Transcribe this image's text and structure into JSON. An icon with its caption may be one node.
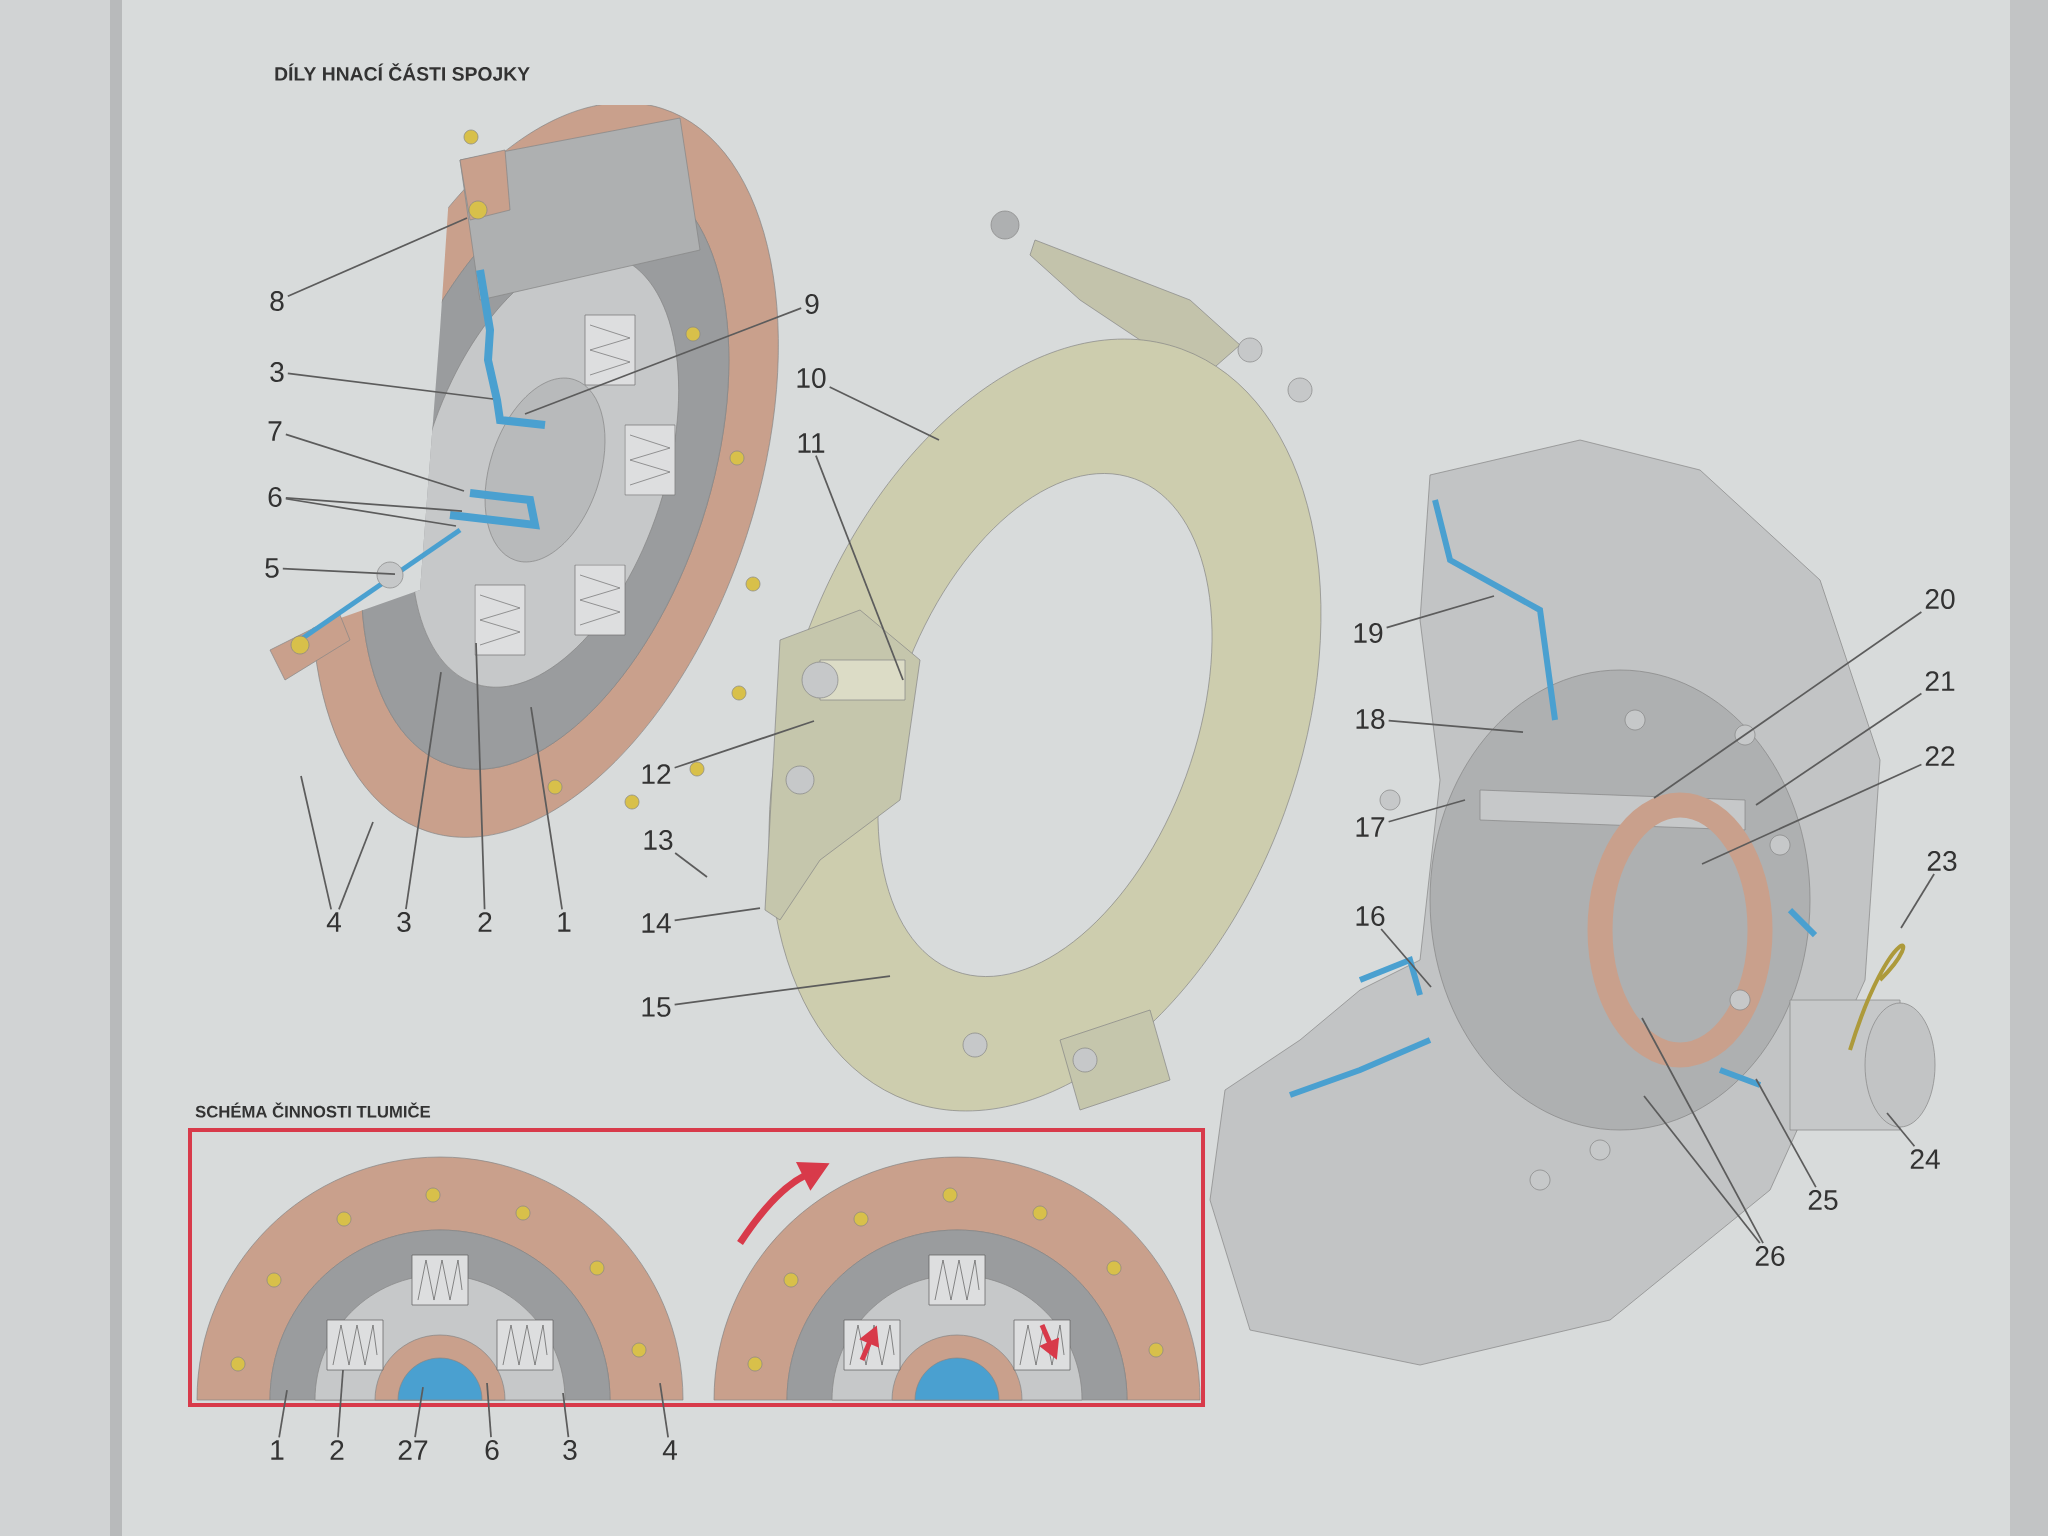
{
  "diagram": {
    "title": "DÍLY HNACÍ ČÁSTI SPOJKY",
    "nodes": [
      {
        "text": [
          "8"
        ]
      },
      {
        "text": [
          "9"
        ]
      },
      {
        "text": [
          "3"
        ]
      },
      {
        "text": [
          "7"
        ]
      },
      {
        "text": [
          "6"
        ]
      },
      {
        "text": [
          "5"
        ]
      },
      {
        "text": [
          "10"
        ]
      },
      {
        "text": [
          "11"
        ]
      },
      {
        "text": [
          "12"
        ]
      },
      {
        "text": [
          "13"
        ]
      },
      {
        "text": [
          "14"
        ]
      },
      {
        "text": [
          "15"
        ]
      },
      {
        "text": [
          "4"
        ]
      },
      {
        "text": [
          "3"
        ]
      },
      {
        "text": [
          "2"
        ]
      },
      {
        "text": [
          "1"
        ]
      },
      {
        "text": [
          "19"
        ]
      },
      {
        "text": [
          "20"
        ]
      },
      {
        "text": [
          "18"
        ]
      },
      {
        "text": [
          "21"
        ]
      },
      {
        "text": [
          "22"
        ]
      },
      {
        "text": [
          "17"
        ]
      },
      {
        "text": [
          "23"
        ]
      },
      {
        "text": [
          "16"
        ]
      },
      {
        "text": [
          "24"
        ]
      },
      {
        "text": [
          "25"
        ]
      },
      {
        "text": [
          "26"
        ]
      },
      {
        "text": [
          "1"
        ]
      },
      {
        "text": [
          "2"
        ]
      },
      {
        "text": [
          "27"
        ]
      },
      {
        "text": [
          "6"
        ]
      },
      {
        "text": [
          "3"
        ]
      },
      {
        "text": [
          "4"
        ]
      }
    ],
    "edges": [
      {
        "from": 0,
        "to": null,
        "arrow": "none"
      },
      {
        "from": 1,
        "to": null,
        "arrow": "none"
      },
      {
        "from": 2,
        "to": null,
        "arrow": "none"
      },
      {
        "from": 3,
        "to": null,
        "arrow": "none"
      },
      {
        "from": 4,
        "to": null,
        "arrow": "none"
      },
      {
        "from": 4,
        "to": null,
        "arrow": "none"
      },
      {
        "from": 5,
        "to": null,
        "arrow": "none"
      },
      {
        "from": 6,
        "to": null,
        "arrow": "none"
      },
      {
        "from": 7,
        "to": null,
        "arrow": "none"
      },
      {
        "from": 8,
        "to": null,
        "arrow": "none"
      },
      {
        "from": 9,
        "to": null,
        "arrow": "none"
      },
      {
        "from": 10,
        "to": null,
        "arrow": "none"
      },
      {
        "from": 11,
        "to": null,
        "arrow": "none"
      },
      {
        "from": 12,
        "to": null,
        "arrow": "none"
      },
      {
        "from": 12,
        "to": null,
        "arrow": "none"
      },
      {
        "from": 13,
        "to": null,
        "arrow": "none"
      },
      {
        "from": 14,
        "to": null,
        "arrow": "none"
      },
      {
        "from": 15,
        "to": null,
        "arrow": "none"
      },
      {
        "from": 16,
        "to": null,
        "arrow": "none"
      },
      {
        "from": 17,
        "to": null,
        "arrow": "none"
      },
      {
        "from": 18,
        "to": null,
        "arrow": "none"
      },
      {
        "from": 19,
        "to": null,
        "arrow": "none"
      },
      {
        "from": 20,
        "to": null,
        "arrow": "none"
      },
      {
        "from": 21,
        "to": null,
        "arrow": "none"
      },
      {
        "from": 22,
        "to": null,
        "arrow": "none"
      },
      {
        "from": 23,
        "to": null,
        "arrow": "none"
      },
      {
        "from": 24,
        "to": null,
        "arrow": "none"
      },
      {
        "from": 25,
        "to": null,
        "arrow": "none"
      },
      {
        "from": 26,
        "to": null,
        "arrow": "none"
      },
      {
        "from": 26,
        "to": null,
        "arrow": "none"
      },
      {
        "from": 27,
        "to": null,
        "arrow": "none"
      },
      {
        "from": 28,
        "to": null,
        "arrow": "none"
      },
      {
        "from": 29,
        "to": null,
        "arrow": "none"
      },
      {
        "from": 30,
        "to": null,
        "arrow": "none"
      },
      {
        "from": 31,
        "to": null,
        "arrow": "none"
      },
      {
        "from": 32,
        "to": null,
        "arrow": "none"
      }
    ],
    "labels": [
      "SCHÉMA ČINNOSTI TLUMIČE"
    ]
  }
}
